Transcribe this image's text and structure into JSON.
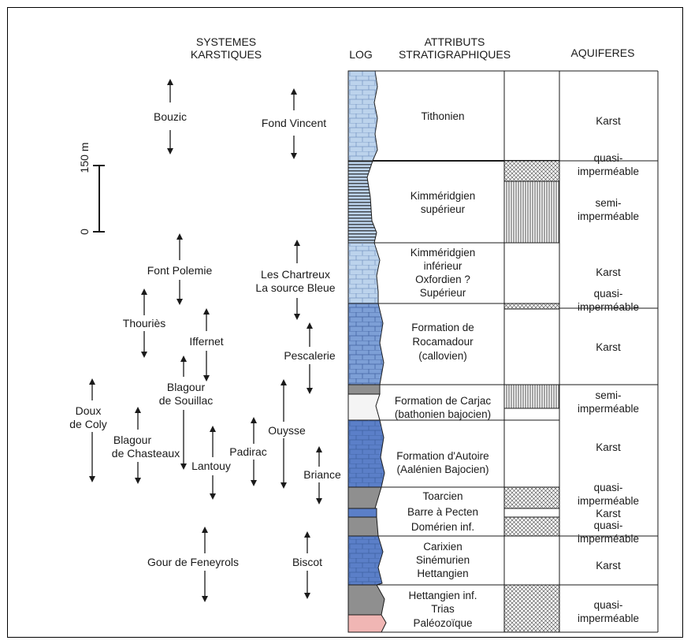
{
  "headers": {
    "systemes_line1": "SYSTEMES",
    "systemes_line2": "KARSTIQUES",
    "log": "LOG",
    "attributs_line1": "ATTRIBUTS",
    "attributs_line2": "STRATIGRAPHIQUES",
    "aquiferes": "AQUIFERES"
  },
  "scale": {
    "label": "150 m",
    "zero": "0"
  },
  "systems": {
    "bouzic": "Bouzic",
    "fond_vincent": "Fond Vincent",
    "font_polemie": "Font Polemie",
    "les_chartreux": "Les Chartreux",
    "la_source_bleue": "La source Bleue",
    "thouries": "Thouriès",
    "iffernet": "Iffernet",
    "pescalerie": "Pescalerie",
    "blagour_souillac_1": "Blagour",
    "blagour_souillac_2": "de Souillac",
    "doux_1": "Doux",
    "doux_2": "de Coly",
    "blagour_chasteaux_1": "Blagour",
    "blagour_chasteaux_2": "de Chasteaux",
    "lantouy": "Lantouy",
    "padirac": "Padirac",
    "ouysse": "Ouysse",
    "briance": "Briance",
    "gour": "Gour de Feneyrols",
    "biscot": "Biscot"
  },
  "strata": {
    "tithonien": "Tithonien",
    "kimm_sup_1": "Kimméridgien",
    "kimm_sup_2": "supérieur",
    "kimm_inf_1": "Kimméridgien",
    "kimm_inf_2": "inférieur",
    "kimm_inf_3": "Oxfordien ?",
    "kimm_inf_4": "Supérieur",
    "roca_1": "Formation de",
    "roca_2": "Rocamadour",
    "roca_3": "(callovien)",
    "carjac_1": "Formation de Carjac",
    "carjac_2": "(bathonien bajocien)",
    "autoire_1": "Formation d'Autoire",
    "autoire_2": "(Aalénien Bajocien)",
    "toarcien": "Toarcien",
    "barre": "Barre à Pecten",
    "domerien": "Domérien inf.",
    "carixien": "Carixien",
    "sinemurien": "Sinémurien",
    "hettangien": "Hettangien",
    "hett_inf": "Hettangien inf.",
    "trias": "Trias",
    "paleozoique": "Paléozoïque"
  },
  "aquifers": {
    "a1": "Karst",
    "a2a": "quasi-",
    "a2b": "imperméable",
    "a3a": "semi-",
    "a3b": "imperméable",
    "a4": "Karst",
    "a5a": "quasi-",
    "a5b": "imperméable",
    "a6": "Karst",
    "a7a": "semi-",
    "a7b": "imperméable",
    "a8": "Karst",
    "a9a": "quasi-",
    "a9b": "imperméable",
    "a10": "Karst",
    "a11a": "quasi-",
    "a11b": "imperméable",
    "a12": "Karst",
    "a13a": "quasi-",
    "a13b": "imperméable"
  },
  "colors": {
    "light_blue": "#bcd3ec",
    "mid_blue": "#7d9fd6",
    "dark_blue": "#5b7fc8",
    "grey": "#8f8f8f",
    "pink": "#f0b6b4",
    "line": "#1a1a1a"
  }
}
